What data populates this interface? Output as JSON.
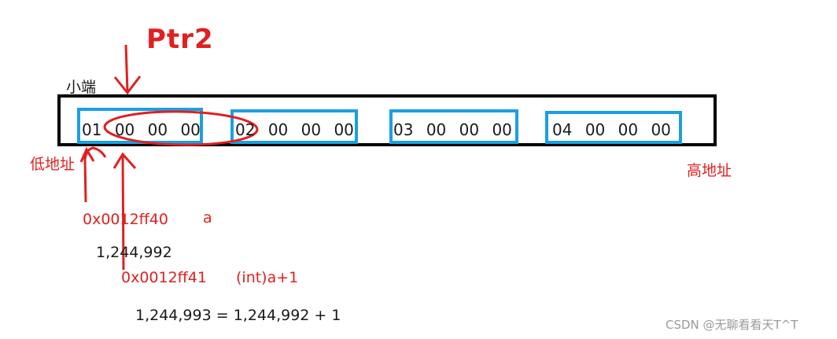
{
  "labels": {
    "ptr": "Ptr2",
    "endian": "小端",
    "low_addr": "低地址",
    "high_addr": "高地址",
    "addr_a": "0x0012ff40",
    "var_a": "a",
    "dec_a": "1,244,992",
    "addr_a1": "0x0012ff41",
    "expr_a1": "(int)a+1",
    "equation": "1,244,993 = 1,244,992 + 1",
    "watermark": "CSDN @无聊看看天T^T"
  },
  "memory": [
    {
      "bytes": [
        "01",
        "00",
        "00",
        "00"
      ]
    },
    {
      "bytes": [
        "02",
        "00",
        "00",
        "00"
      ]
    },
    {
      "bytes": [
        "03",
        "00",
        "00",
        "00"
      ]
    },
    {
      "bytes": [
        "04",
        "00",
        "00",
        "00"
      ]
    }
  ],
  "colors": {
    "frame": "#000000",
    "cell_border": "#1aa0e0",
    "annotation": "#e02020",
    "text": "#1a1a1a",
    "watermark": "#9a9a9a"
  }
}
